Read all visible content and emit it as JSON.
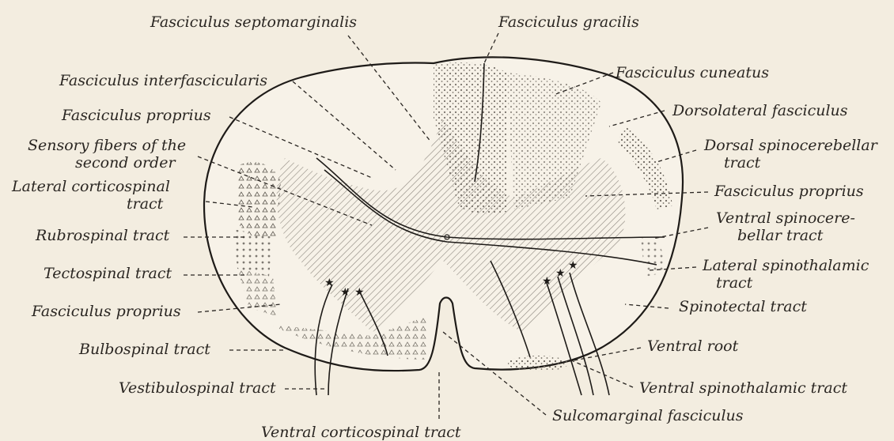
{
  "diagram": {
    "labels": {
      "fasciculus_septomarginalis": "Fasciculus septomarginalis",
      "fasciculus_gracilis": "Fasciculus gracilis",
      "fasciculus_interfascicularis": "Fasciculus interfascicularis",
      "fasciculus_cuneatus": "Fasciculus cuneatus",
      "fasciculus_proprius_dorsal": "Fasciculus proprius",
      "dorsolateral_fasciculus": "Dorsolateral fasciculus",
      "sensory_fibers_line1": "Sensory fibers of the",
      "sensory_fibers_line2": "second order",
      "dorsal_spinocerebellar_line1": "Dorsal spinocerebellar",
      "dorsal_spinocerebellar_line2": "tract",
      "lateral_corticospinal_line1": "Lateral corticospinal",
      "lateral_corticospinal_line2": "tract",
      "fasciculus_proprius_right": "Fasciculus proprius",
      "rubrospinal_tract": "Rubrospinal tract",
      "ventral_spinocerebellar_line1": "Ventral spinocere-",
      "ventral_spinocerebellar_line2": "bellar tract",
      "tectospinal_tract": "Tectospinal tract",
      "lateral_spinothalamic_line1": "Lateral spinothalamic",
      "lateral_spinothalamic_line2": "tract",
      "fasciculus_proprius_ventral": "Fasciculus proprius",
      "spinotectal_tract": "Spinotectal tract",
      "bulbospinal_tract": "Bulbospinal tract",
      "ventral_root": "Ventral root",
      "vestibulospinal_tract": "Vestibulospinal tract",
      "ventral_spinothalamic_tract": "Ventral spinothalamic tract",
      "sulcomarginal_fasciculus": "Sulcomarginal fasciculus",
      "ventral_corticospinal_tract": "Ventral corticospinal tract"
    }
  }
}
